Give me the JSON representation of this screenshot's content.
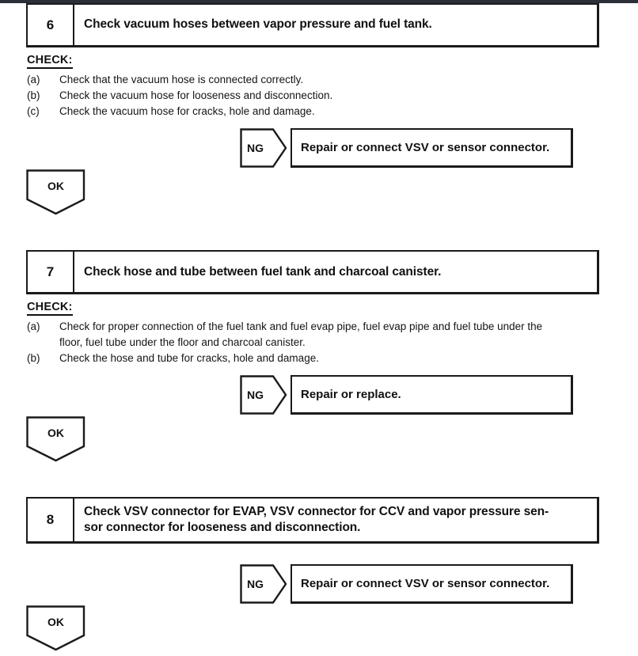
{
  "document": {
    "type": "troubleshooting-flowchart",
    "branch_labels": {
      "ng": "NG",
      "ok": "OK"
    },
    "check_heading": "CHECK:",
    "colors": {
      "page_background": "#ffffff",
      "ink": "#111111",
      "border": "#1a1a1a",
      "scan_strip": "#2b3038"
    }
  },
  "steps": [
    {
      "number": "6",
      "title": "Check vacuum hoses between vapor pressure and fuel tank.",
      "check_heading": "CHECK:",
      "check_items": [
        {
          "marker": "(a)",
          "text": "Check that the vacuum hose is connected correctly."
        },
        {
          "marker": "(b)",
          "text": "Check the vacuum hose for looseness and disconnection."
        },
        {
          "marker": "(c)",
          "text": "Check the vacuum hose for cracks, hole and damage."
        }
      ],
      "ng": {
        "label": "NG",
        "action": "Repair or connect VSV or sensor connector."
      },
      "ok": {
        "label": "OK"
      }
    },
    {
      "number": "7",
      "title": "Check hose and tube between fuel tank and charcoal canister.",
      "check_heading": "CHECK:",
      "check_items": [
        {
          "marker": "(a)",
          "text": "Check for proper connection of the fuel tank and fuel evap pipe, fuel evap pipe and fuel tube under the floor, fuel tube under the floor and charcoal canister."
        },
        {
          "marker": "(b)",
          "text": "Check the hose and tube for cracks, hole and damage."
        }
      ],
      "ng": {
        "label": "NG",
        "action": "Repair or replace."
      },
      "ok": {
        "label": "OK"
      }
    },
    {
      "number": "8",
      "title_line_1": "Check VSV connector for EVAP, VSV connector for CCV and vapor pressure sen-",
      "title_line_2": "sor connector for looseness and disconnection.",
      "check_items": [],
      "ng": {
        "label": "NG",
        "action": "Repair or connect VSV or sensor connector."
      },
      "ok": {
        "label": "OK"
      }
    }
  ]
}
